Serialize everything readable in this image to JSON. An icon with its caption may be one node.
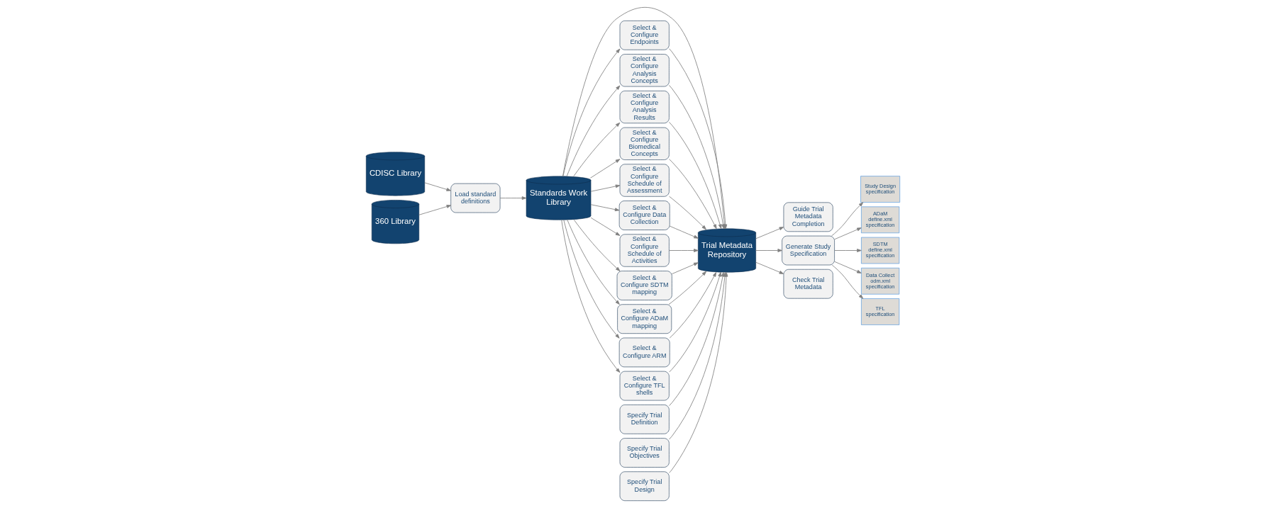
{
  "diagram": {
    "nodes": [
      {
        "text": [
          "CDISC Library"
        ]
      },
      {
        "text": [
          "360 Library"
        ]
      },
      {
        "text": [
          "Load standard definitions"
        ]
      },
      {
        "text": [
          "Standards Work Library"
        ]
      },
      {
        "text": [
          "Trial Metadata Repository"
        ]
      },
      {
        "text": [
          "Specify Trial Definition"
        ]
      },
      {
        "text": [
          "Specify Trial Objectives"
        ]
      },
      {
        "text": [
          "Select & Configure Endpoints"
        ]
      },
      {
        "text": [
          "Select & Configure Analysis Concepts"
        ]
      },
      {
        "text": [
          "Select & Configure Analysis Results"
        ]
      },
      {
        "text": [
          "Select & Configure Biomedical Concepts"
        ]
      },
      {
        "text": [
          "Select & Configure Schedule of Assessment"
        ]
      },
      {
        "text": [
          "Guide Trial Metadata Completion"
        ]
      },
      {
        "text": [
          "Generate Study Specification"
        ]
      },
      {
        "text": [
          "Check Trial Metadata"
        ]
      },
      {
        "text": [
          "Study Design specification"
        ]
      },
      {
        "text": [
          "ADaM define.xml specification"
        ]
      },
      {
        "text": [
          "SDTM define.xml specification"
        ]
      },
      {
        "text": [
          "Data Collect odm.xml specification"
        ]
      },
      {
        "text": [
          "TFL specification"
        ]
      },
      {
        "text": [
          "Specify Trial Design"
        ]
      },
      {
        "text": [
          "Select & Configure Data Collection"
        ]
      },
      {
        "text": [
          "Select & Configure Schedule of Activities"
        ]
      },
      {
        "text": [
          "Select & Configure SDTM mapping"
        ]
      },
      {
        "text": [
          "Select & Configure ADaM mapping"
        ]
      },
      {
        "text": [
          "Select & Configure ARM"
        ]
      },
      {
        "text": [
          "Select & Configure TFL shells"
        ]
      }
    ],
    "edges": [
      {
        "from": 0,
        "to": 2,
        "arrow": "to"
      },
      {
        "from": 1,
        "to": 2,
        "arrow": "to"
      },
      {
        "from": 2,
        "to": 3,
        "arrow": "to"
      },
      {
        "from": 3,
        "to": 4,
        "arrow": "to"
      },
      {
        "from": 5,
        "to": 4,
        "arrow": "to"
      },
      {
        "from": 6,
        "to": 4,
        "arrow": "to"
      },
      {
        "from": 3,
        "to": 7,
        "arrow": "to"
      },
      {
        "from": 7,
        "to": 4,
        "arrow": "to"
      },
      {
        "from": 3,
        "to": 8,
        "arrow": "to"
      },
      {
        "from": 8,
        "to": 4,
        "arrow": "to"
      },
      {
        "from": 3,
        "to": 9,
        "arrow": "to"
      },
      {
        "from": 9,
        "to": 4,
        "arrow": "to"
      },
      {
        "from": 3,
        "to": 10,
        "arrow": "to"
      },
      {
        "from": 10,
        "to": 4,
        "arrow": "to"
      },
      {
        "from": 3,
        "to": 11,
        "arrow": "to"
      },
      {
        "from": 11,
        "to": 4,
        "arrow": "to"
      },
      {
        "from": 20,
        "to": 4,
        "arrow": "to"
      },
      {
        "from": 3,
        "to": 21,
        "arrow": "to"
      },
      {
        "from": 21,
        "to": 4,
        "arrow": "to"
      },
      {
        "from": 3,
        "to": 22,
        "arrow": "to"
      },
      {
        "from": 22,
        "to": 4,
        "arrow": "to"
      },
      {
        "from": 3,
        "to": 23,
        "arrow": "to"
      },
      {
        "from": 23,
        "to": 4,
        "arrow": "to"
      },
      {
        "from": 3,
        "to": 24,
        "arrow": "to"
      },
      {
        "from": 24,
        "to": 4,
        "arrow": "to"
      },
      {
        "from": 3,
        "to": 25,
        "arrow": "to"
      },
      {
        "from": 25,
        "to": 4,
        "arrow": "to"
      },
      {
        "from": 3,
        "to": 26,
        "arrow": "to"
      },
      {
        "from": 26,
        "to": 4,
        "arrow": "to"
      },
      {
        "from": 4,
        "to": 12,
        "arrow": "to"
      },
      {
        "from": 4,
        "to": 13,
        "arrow": "to"
      },
      {
        "from": 4,
        "to": 14,
        "arrow": "to"
      },
      {
        "from": 13,
        "to": 15,
        "arrow": "to"
      },
      {
        "from": 13,
        "to": 16,
        "arrow": "to"
      },
      {
        "from": 13,
        "to": 17,
        "arrow": "to"
      },
      {
        "from": 13,
        "to": 18,
        "arrow": "to"
      },
      {
        "from": 13,
        "to": 19,
        "arrow": "to"
      }
    ]
  }
}
